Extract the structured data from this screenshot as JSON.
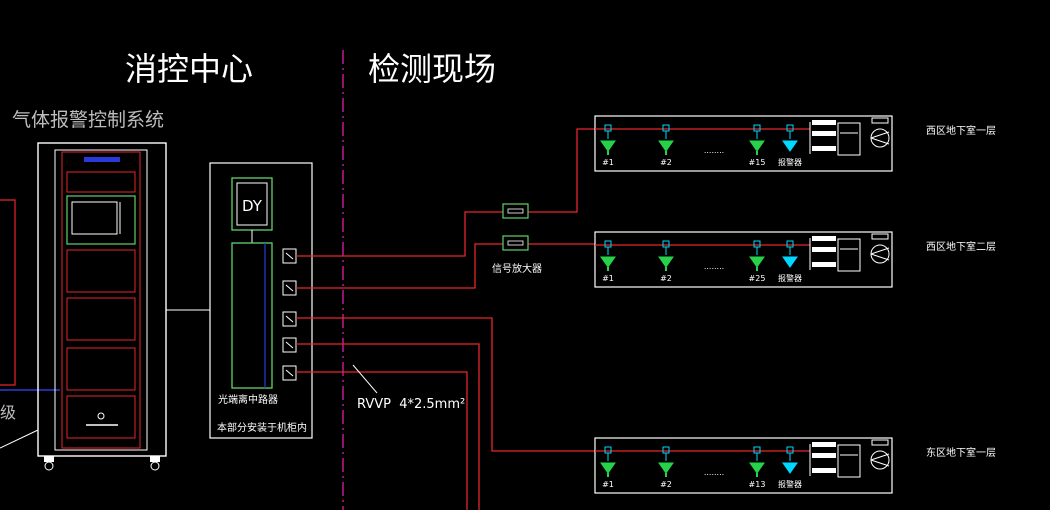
{
  "colors": {
    "background": "#000000",
    "line": "#ffffff",
    "signal": "#e8262b",
    "divider": "#c2188f",
    "sensor": "#26d24a",
    "highlight": "#00d8ff",
    "module": "#5fd36b",
    "blue_bar": "#2a3ad8",
    "caption": "#bdbdbd"
  },
  "sections": {
    "left_title": "消控中心",
    "right_title": "检测现场"
  },
  "cabinet": {
    "system_label": "气体报警控制系统",
    "edge_text": "级"
  },
  "center_box": {
    "dy_label": "DY",
    "relay_caption": "光端离中路器",
    "install_caption": "本部分安装于机柜内",
    "ports_count": 5
  },
  "signal_amplifier": {
    "label": "信号放大器"
  },
  "cable": {
    "label": "RVVP  4*2.5mm²"
  },
  "zones": [
    {
      "name": "西区地下室一层",
      "detectors": [
        {
          "label": "#1"
        },
        {
          "label": "#2"
        },
        {
          "label": "#15"
        },
        {
          "label": "报警器"
        }
      ],
      "ellipsis": "........"
    },
    {
      "name": "西区地下室二层",
      "detectors": [
        {
          "label": "#1"
        },
        {
          "label": "#2"
        },
        {
          "label": "#25"
        },
        {
          "label": "报警器"
        }
      ],
      "ellipsis": "........"
    },
    {
      "name": "东区地下室一层",
      "detectors": [
        {
          "label": "#1"
        },
        {
          "label": "#2"
        },
        {
          "label": "#13"
        },
        {
          "label": "报警器"
        }
      ],
      "ellipsis": "........"
    }
  ]
}
